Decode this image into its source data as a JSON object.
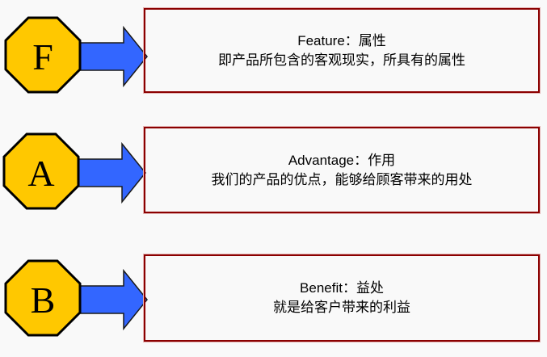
{
  "diagram": {
    "rows": [
      {
        "letter": "F",
        "heading": "Feature：属性",
        "description": "即产品所包含的客观现实，所具有的属性"
      },
      {
        "letter": "A",
        "heading": "Advantage：作用",
        "description": "我们的产品的优点，能够给顾客带来的用处"
      },
      {
        "letter": "B",
        "heading": "Benefit：益处",
        "description": "就是给客户带来的利益"
      }
    ],
    "colors": {
      "octagon_fill": "#FFC800",
      "octagon_border": "#000000",
      "arrow_fill": "#3366FF",
      "arrow_border": "#1A1A1A",
      "box_border": "#8B0000",
      "box_shadow": "#E3B3B3",
      "background": "#F9F9F9",
      "text": "#000000"
    }
  }
}
